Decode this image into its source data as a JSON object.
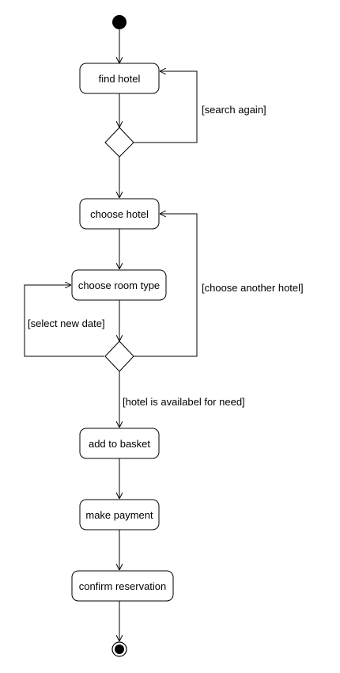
{
  "diagram": {
    "activities": {
      "find_hotel": "find hotel",
      "choose_hotel": "choose hotel",
      "choose_room_type": "choose room type",
      "add_to_basket": "add to basket",
      "make_payment": "make payment",
      "confirm_reservation": "confirm reservation"
    },
    "guards": {
      "search_again": "[search again]",
      "choose_another_hotel": "[choose another hotel]",
      "select_new_date": "[select new date]",
      "hotel_available": "[hotel is availabel for need]"
    },
    "colors": {
      "stroke": "#000000",
      "fill": "#ffffff",
      "text": "#000000"
    }
  }
}
